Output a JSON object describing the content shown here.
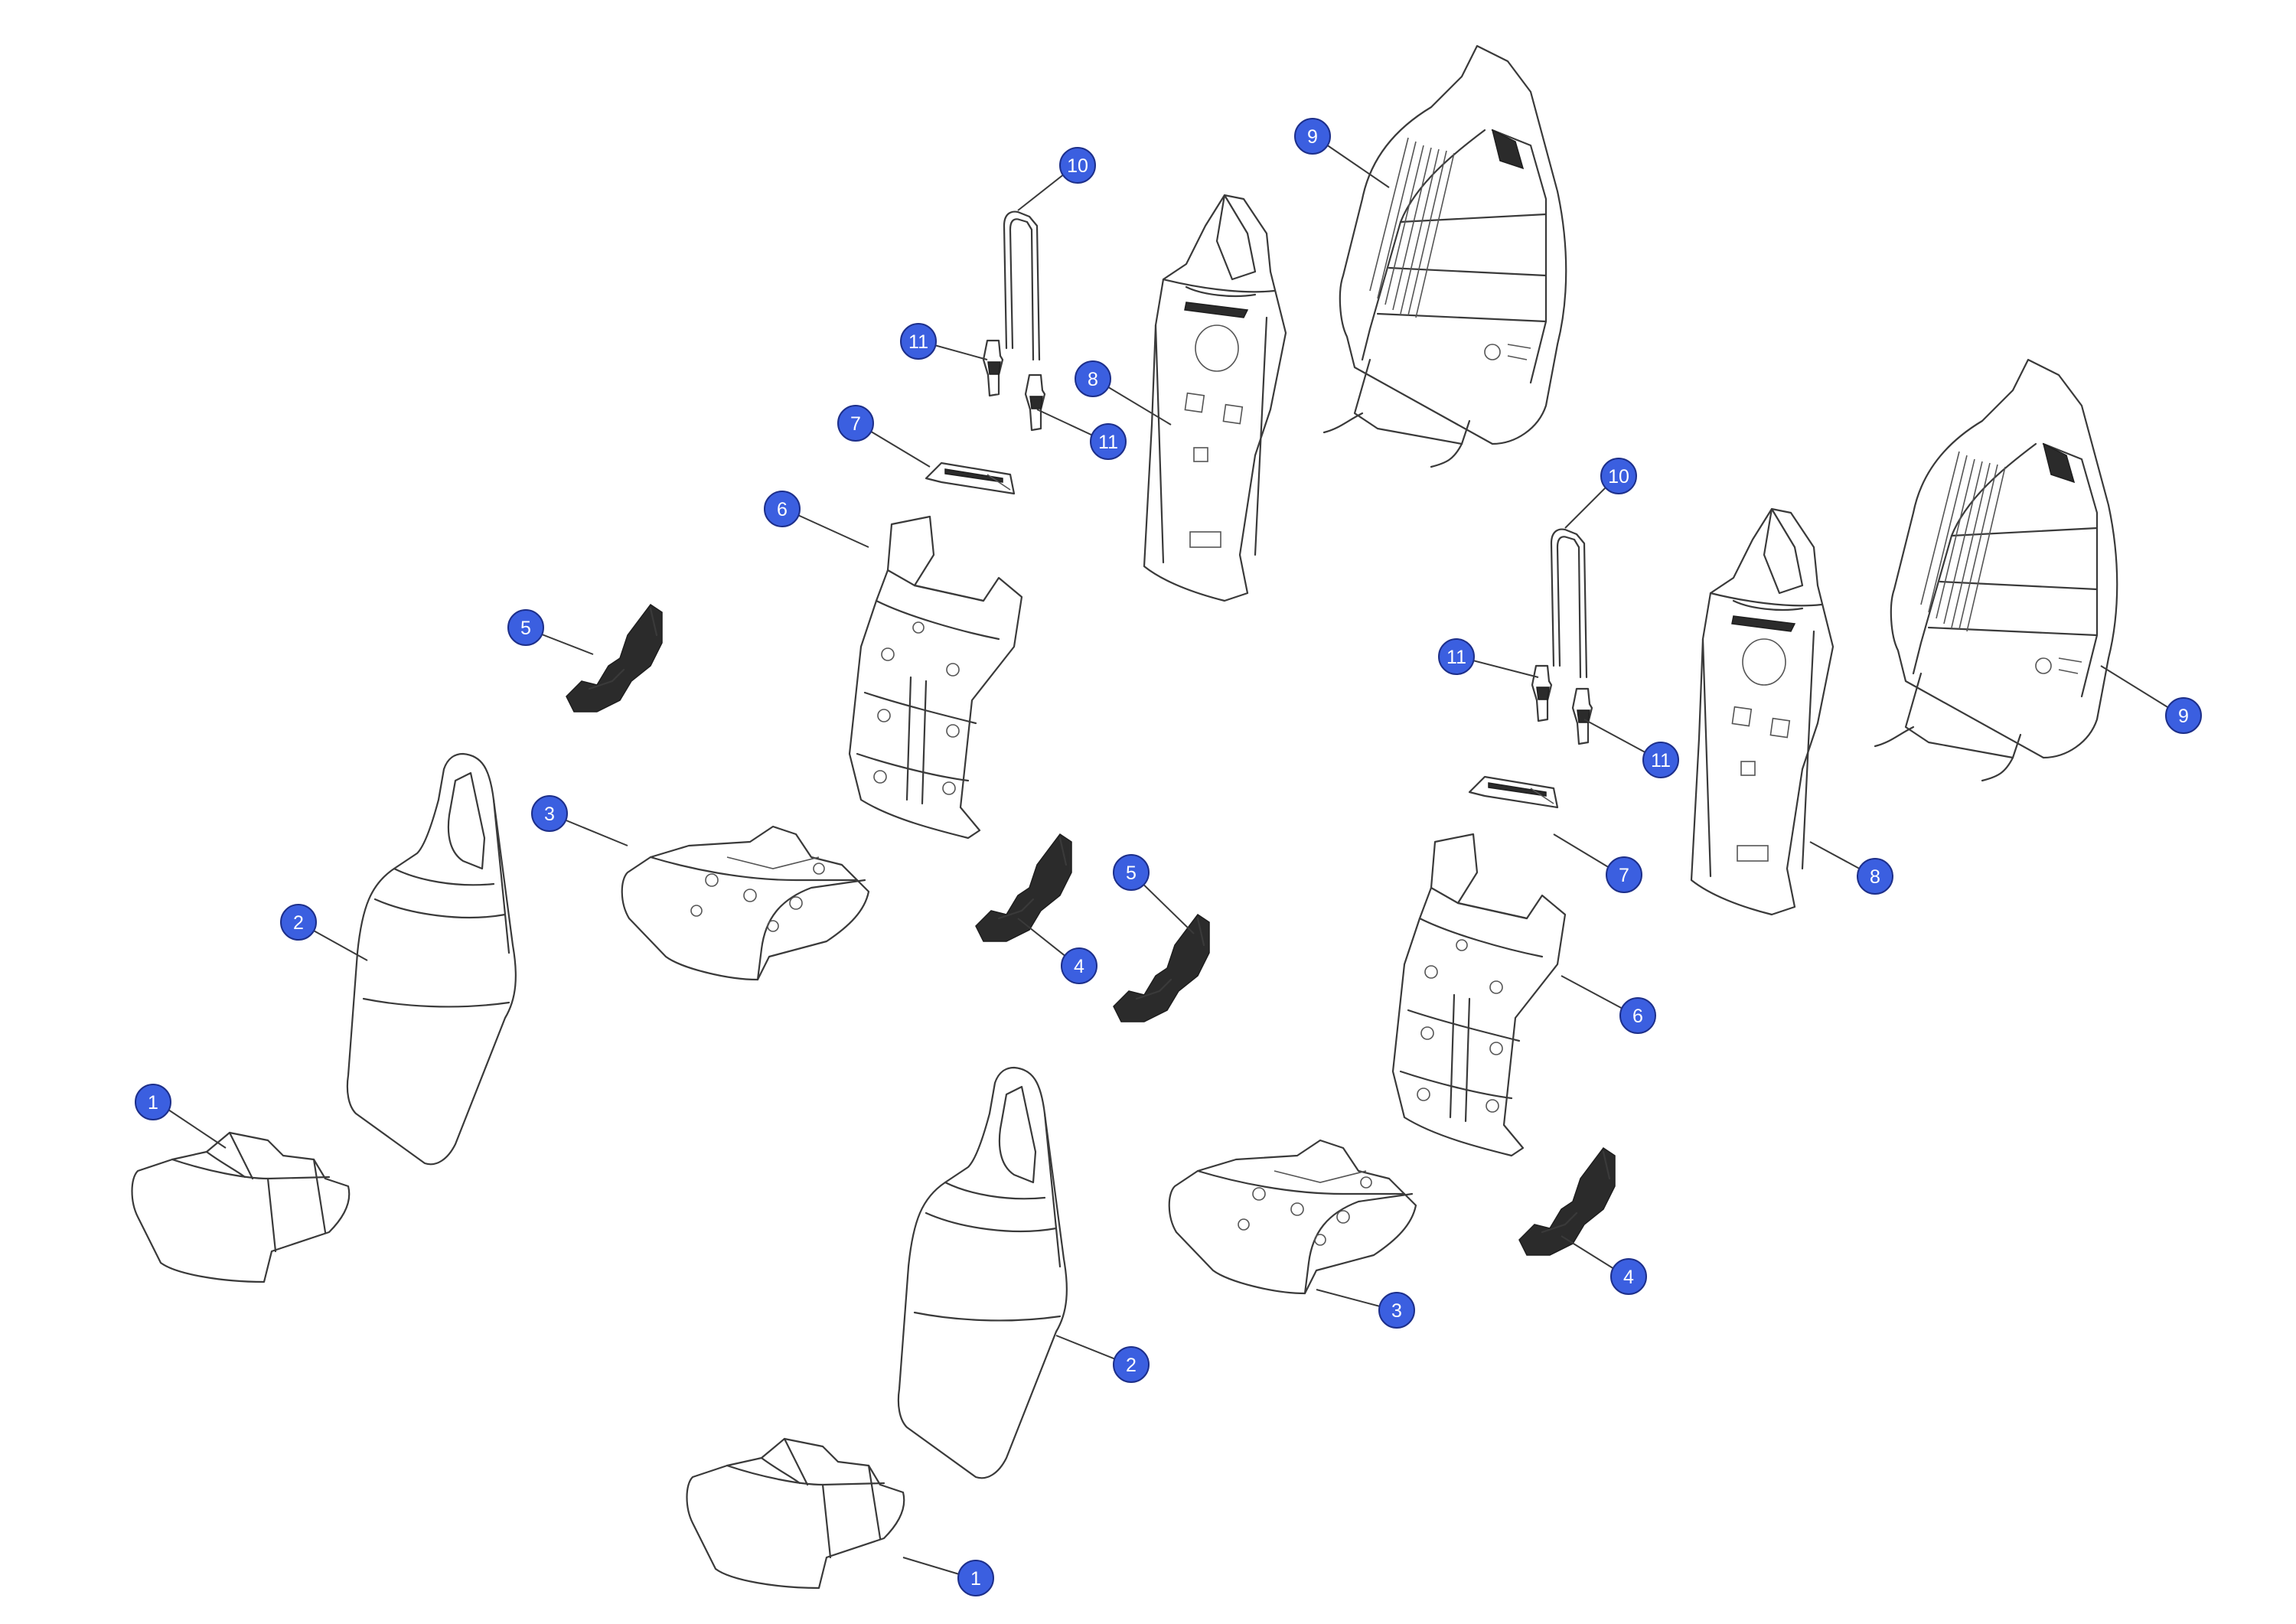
{
  "callouts": [
    {
      "id": "c1a",
      "label": "1"
    },
    {
      "id": "c1b",
      "label": "1"
    },
    {
      "id": "c2a",
      "label": "2"
    },
    {
      "id": "c2b",
      "label": "2"
    },
    {
      "id": "c3a",
      "label": "3"
    },
    {
      "id": "c3b",
      "label": "3"
    },
    {
      "id": "c4a",
      "label": "4"
    },
    {
      "id": "c4b",
      "label": "4"
    },
    {
      "id": "c5a",
      "label": "5"
    },
    {
      "id": "c5b",
      "label": "5"
    },
    {
      "id": "c6a",
      "label": "6"
    },
    {
      "id": "c6b",
      "label": "6"
    },
    {
      "id": "c7a",
      "label": "7"
    },
    {
      "id": "c7b",
      "label": "7"
    },
    {
      "id": "c8a",
      "label": "8"
    },
    {
      "id": "c8b",
      "label": "8"
    },
    {
      "id": "c9a",
      "label": "9"
    },
    {
      "id": "c9b",
      "label": "9"
    },
    {
      "id": "c10a",
      "label": "10"
    },
    {
      "id": "c10b",
      "label": "10"
    },
    {
      "id": "c11a",
      "label": "11"
    },
    {
      "id": "c11b",
      "label": "11"
    },
    {
      "id": "c11c",
      "label": "11"
    },
    {
      "id": "c11d",
      "label": "11"
    }
  ],
  "colors": {
    "callout_fill": "#3b5fe0",
    "line": "#3a3a3a",
    "background": "#ffffff"
  }
}
